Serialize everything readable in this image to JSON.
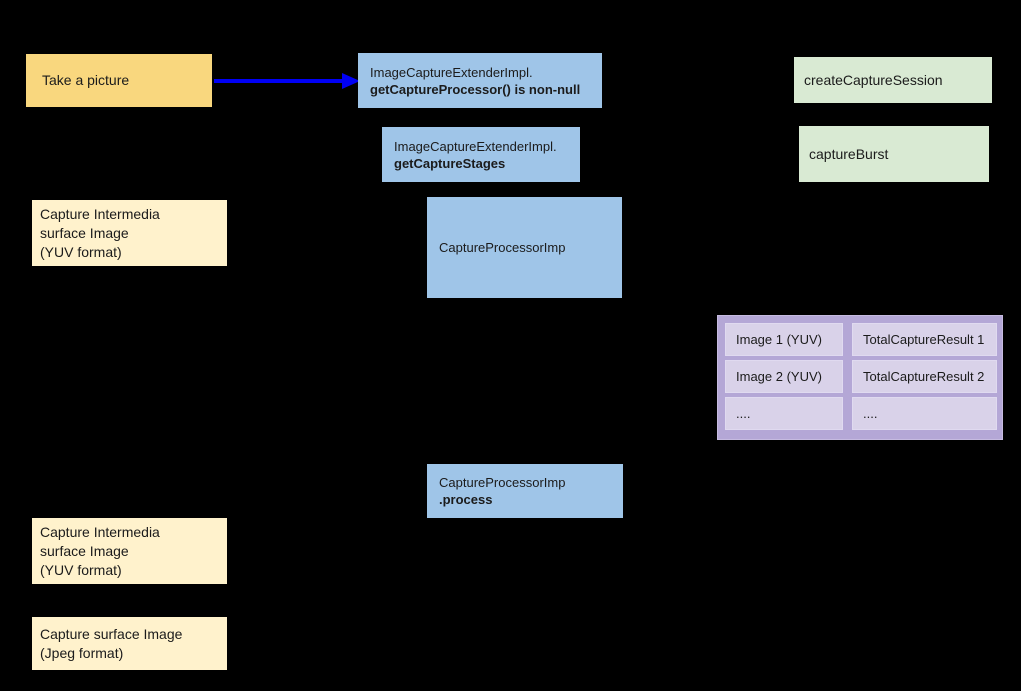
{
  "diagram": {
    "take_picture": {
      "label": "Take a picture"
    },
    "get_capture_processor": {
      "line1": "ImageCaptureExtenderImpl.",
      "line2": "getCaptureProcessor() is non-null"
    },
    "get_capture_stages": {
      "line1": "ImageCaptureExtenderImpl.",
      "line2": "getCaptureStages"
    },
    "create_capture_session": {
      "label": "createCaptureSession"
    },
    "capture_burst": {
      "label": "captureBurst"
    },
    "capture_intermedia_top": {
      "line1": "Capture Intermedia",
      "line2": "surface Image",
      "line3": "(YUV format)"
    },
    "capture_processor_imp": {
      "label": "CaptureProcessorImp"
    },
    "results_table": {
      "rows": [
        {
          "image": "Image 1 (YUV)",
          "result": "TotalCaptureResult 1"
        },
        {
          "image": "Image 2 (YUV)",
          "result": "TotalCaptureResult 2"
        },
        {
          "image": "....",
          "result": "...."
        }
      ]
    },
    "process": {
      "line1": "CaptureProcessorImp",
      "line2": ".process"
    },
    "capture_intermedia_bottom": {
      "line1": "Capture Intermedia",
      "line2": "surface Image",
      "line3": "(YUV format)"
    },
    "capture_surface": {
      "line1": "Capture surface Image",
      "line2": "(Jpeg format)"
    }
  },
  "colors": {
    "background": "#000000",
    "gold": "#F9D77E",
    "pale_yellow": "#FFF2CC",
    "blue": "#9FC5E8",
    "green": "#D9EAD3",
    "purple_outer": "#B4A7D6",
    "purple_cell": "#D9D2E9",
    "arrow_blue": "#0000F5",
    "connector_black": "#000000"
  }
}
